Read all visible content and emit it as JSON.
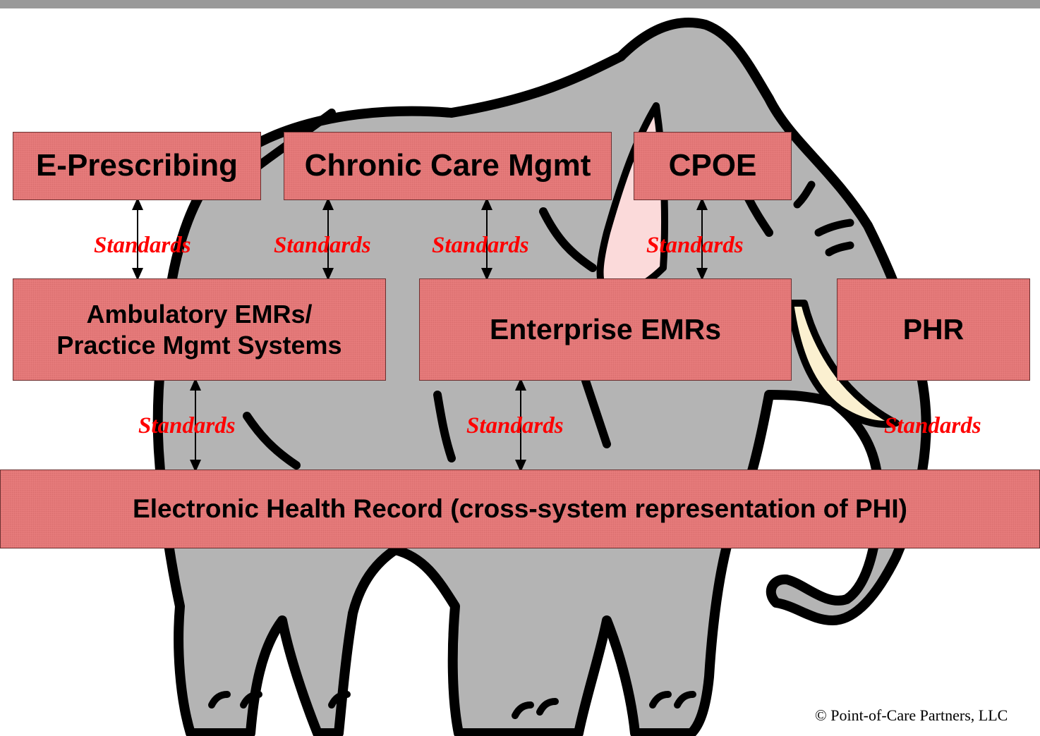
{
  "boxes": {
    "eprescribing": "E-Prescribing",
    "chronic_care": "Chronic Care Mgmt",
    "cpoe": "CPOE",
    "ambulatory_line1": "Ambulatory EMRs/",
    "ambulatory_line2": "Practice Mgmt Systems",
    "enterprise": "Enterprise EMRs",
    "phr": "PHR",
    "ehr": "Electronic Health Record (cross-system representation of PHI)"
  },
  "standards_label": "Standards",
  "copyright": "© Point-of-Care Partners, LLC",
  "colors": {
    "box_fill": "#e87e7e",
    "standards_text": "#ff0000",
    "elephant_fill": "#b4b4b4",
    "ear_fill": "#fbdada",
    "tusk_fill": "#fbf0d0"
  }
}
